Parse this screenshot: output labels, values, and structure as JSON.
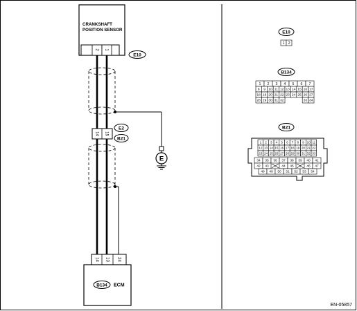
{
  "sensor": {
    "title_line1": "CRANKSHAFT",
    "title_line2": "POSITION SENSOR",
    "connector": "E10",
    "pins": [
      "2",
      "1"
    ]
  },
  "joint": {
    "connector_top": "E2",
    "connector_bottom": "B21",
    "pins": [
      "14",
      "15"
    ]
  },
  "ground": {
    "label": "E"
  },
  "ecm": {
    "label": "ECM",
    "connector": "B134",
    "pins": [
      "14",
      "13",
      "24"
    ]
  },
  "connectors": {
    "e10": {
      "label": "E10",
      "cells": [
        "1",
        "2"
      ]
    },
    "b134": {
      "label": "B134",
      "row1": [
        "1",
        "2",
        "3",
        "4",
        "5",
        "6",
        "7"
      ],
      "row2": [
        "8",
        "9",
        "10",
        "11",
        "12",
        "13",
        "14",
        "15",
        "16",
        "17"
      ],
      "row3": [
        "18",
        "19",
        "20",
        "21",
        "22",
        "23",
        "24",
        "25",
        "26",
        "27"
      ],
      "row4": [
        "28",
        "29",
        "30",
        "31",
        "32",
        "",
        "",
        "",
        "33",
        "34"
      ]
    },
    "b21": {
      "label": "B21",
      "row1": [
        "1",
        "2",
        "3",
        "4",
        "5",
        "6",
        "7",
        "8",
        "9",
        "10",
        "11"
      ],
      "row2": [
        "12",
        "13",
        "14",
        "15",
        "16",
        "17",
        "18",
        "19",
        "20",
        "21",
        "22"
      ],
      "row3": [
        "23",
        "24",
        "25",
        "26",
        "27",
        "28",
        "29",
        "30",
        "31",
        "32",
        "33"
      ],
      "row4": [
        "34",
        "35",
        "36",
        "37",
        "38",
        "39",
        "40",
        "41"
      ],
      "row5": [
        "42",
        "43",
        "",
        "44",
        "45",
        "",
        "46",
        "47"
      ],
      "row6": [
        "48",
        "49",
        "50",
        "51",
        "52",
        "53",
        "54"
      ]
    }
  },
  "figure_id": "EN-05857"
}
